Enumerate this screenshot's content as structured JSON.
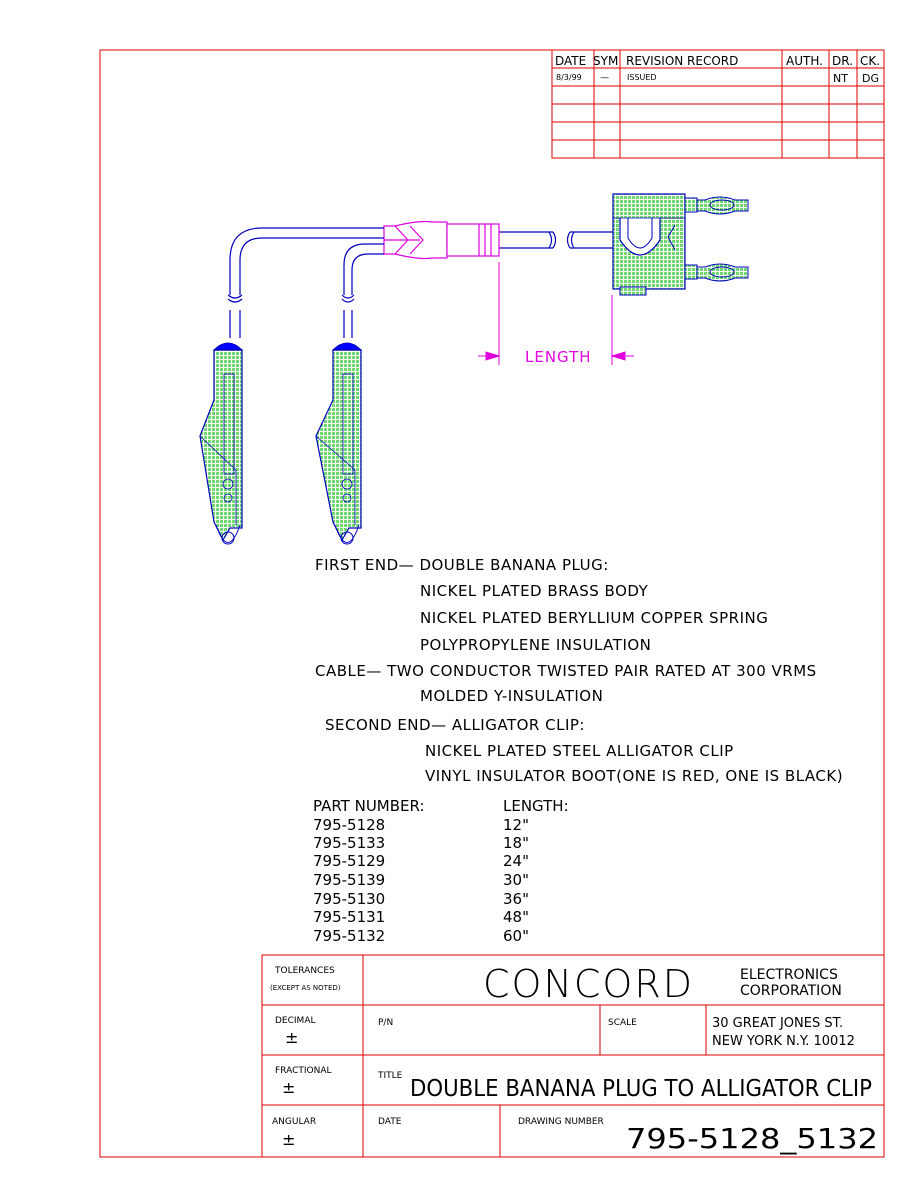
{
  "revision_block": {
    "headers": [
      "DATE",
      "SYM",
      "REVISION RECORD",
      "AUTH.",
      "DR.",
      "CK."
    ],
    "rows": [
      {
        "date": "8/3/99",
        "sym": "—",
        "record": "ISSUED",
        "auth": "",
        "dr": "NT",
        "ck": "DG"
      }
    ]
  },
  "drawing_labels": {
    "length": "LENGTH"
  },
  "notes": {
    "first_end": "FIRST END— DOUBLE BANANA PLUG:",
    "first_end_items": [
      "NICKEL PLATED BRASS BODY",
      "NICKEL PLATED BERYLLIUM COPPER SPRING",
      "POLYPROPYLENE INSULATION"
    ],
    "cable": "CABLE— TWO CONDUCTOR TWISTED PAIR RATED AT 300 VRMS",
    "cable_item": "MOLDED Y-INSULATION",
    "second_end": "SECOND END— ALLIGATOR CLIP:",
    "second_end_items": [
      "NICKEL PLATED STEEL ALLIGATOR CLIP",
      "VINYL INSULATOR BOOT(ONE IS RED, ONE IS BLACK)"
    ]
  },
  "parts": {
    "header_part": "PART NUMBER:",
    "header_length": "LENGTH:",
    "rows": [
      {
        "part": "795-5128",
        "length": "12\""
      },
      {
        "part": "795-5133",
        "length": "18\""
      },
      {
        "part": "795-5129",
        "length": "24\""
      },
      {
        "part": "795-5139",
        "length": "30\""
      },
      {
        "part": "795-5130",
        "length": "36\""
      },
      {
        "part": "795-5131",
        "length": "48\""
      },
      {
        "part": "795-5132",
        "length": "60\""
      }
    ]
  },
  "title_block": {
    "tolerances": "TOLERANCES",
    "except_noted": "(EXCEPT AS NOTED)",
    "company": "CONCORD",
    "company_sub1": "ELECTRONICS",
    "company_sub2": "CORPORATION",
    "decimal": "DECIMAL",
    "pn_label": "P/N",
    "scale_label": "SCALE",
    "address1": "30 GREAT JONES ST.",
    "address2": "NEW YORK N.Y.  10012",
    "fractional": "FRACTIONAL",
    "title_label": "TITLE",
    "title": "DOUBLE BANANA PLUG TO ALLIGATOR CLIP",
    "angular": "ANGULAR",
    "date_label": "DATE",
    "drawing_number_label": "DRAWING NUMBER",
    "drawing_number": "795-5128_5132",
    "plus_minus": "±"
  },
  "colors": {
    "border": "#e00000",
    "outline": "#0000c0",
    "fill_green": "#7fe07f",
    "magenta": "#e000e0",
    "blue_cap": "#0000ff"
  }
}
